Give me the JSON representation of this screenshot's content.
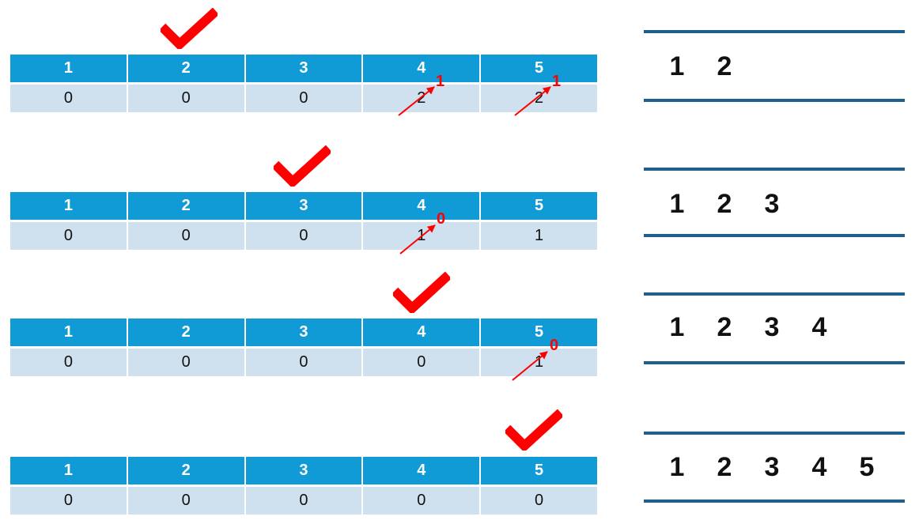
{
  "header_nodes": [
    "1",
    "2",
    "3",
    "4",
    "5"
  ],
  "colors": {
    "header": "#109ad6",
    "cell": "#cfe0ef",
    "check": "#ff0000",
    "arrow": "#ff0000",
    "stack_line": "#1f5f8b"
  },
  "steps": [
    {
      "checked_node": "2",
      "values": [
        "0",
        "0",
        "0",
        "2",
        "2"
      ],
      "updates": [
        {
          "node": "4",
          "new_value": "1"
        },
        {
          "node": "5",
          "new_value": "1"
        }
      ],
      "stack": [
        "1",
        "2"
      ]
    },
    {
      "checked_node": "3",
      "values": [
        "0",
        "0",
        "0",
        "1",
        "1"
      ],
      "updates": [
        {
          "node": "4",
          "new_value": "0"
        }
      ],
      "stack": [
        "1",
        "2",
        "3"
      ]
    },
    {
      "checked_node": "4",
      "values": [
        "0",
        "0",
        "0",
        "0",
        "1"
      ],
      "updates": [
        {
          "node": "5",
          "new_value": "0"
        }
      ],
      "stack": [
        "1",
        "2",
        "3",
        "4"
      ]
    },
    {
      "checked_node": "5",
      "values": [
        "0",
        "0",
        "0",
        "0",
        "0"
      ],
      "updates": [],
      "stack": [
        "1",
        "2",
        "3",
        "4",
        "5"
      ]
    }
  ]
}
